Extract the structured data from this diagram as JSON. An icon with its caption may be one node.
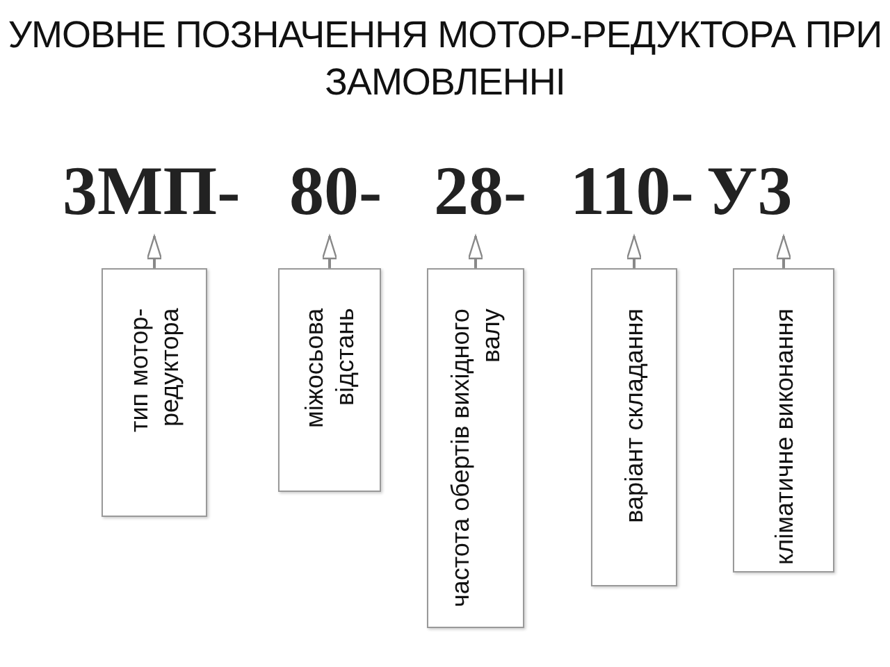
{
  "diagram": {
    "title": "УМОВНЕ ПОЗНАЧЕННЯ МОТОР-РЕДУКТОРА ПРИ ЗАМОВЛЕННІ",
    "nodes": [
      {
        "text": [
          "3МП-"
        ]
      },
      {
        "text": [
          "80-"
        ]
      },
      {
        "text": [
          "28-"
        ]
      },
      {
        "text": [
          "110-"
        ]
      },
      {
        "text": [
          "У3"
        ]
      },
      {
        "text": [
          "тип мотор-редуктора"
        ]
      },
      {
        "text": [
          "міжосьова відстань"
        ]
      },
      {
        "text": [
          "частота обертів вихідного валу"
        ]
      },
      {
        "text": [
          "варіант складання"
        ]
      },
      {
        "text": [
          "кліматичне виконання"
        ]
      }
    ],
    "edges": [
      {
        "from": 5,
        "to": 0,
        "arrow": "to"
      },
      {
        "from": 6,
        "to": 1,
        "arrow": "to"
      },
      {
        "from": 7,
        "to": 2,
        "arrow": "to"
      },
      {
        "from": 8,
        "to": 3,
        "arrow": "to"
      },
      {
        "from": 9,
        "to": 4,
        "arrow": "to"
      }
    ]
  }
}
